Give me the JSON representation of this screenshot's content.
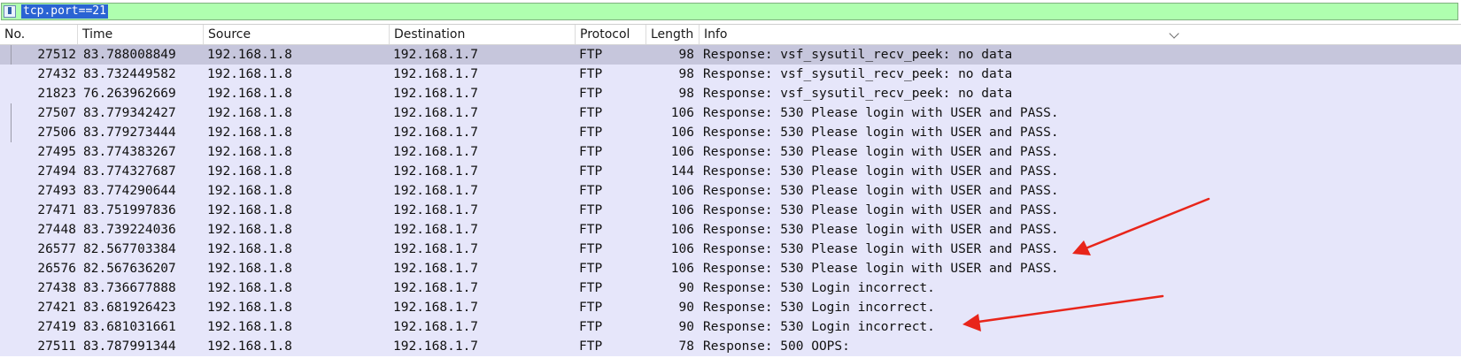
{
  "filter": {
    "value": "tcp.port==21",
    "icon": "bookmark-icon"
  },
  "columns": [
    "No.",
    "Time",
    "Source",
    "Destination",
    "Protocol",
    "Length",
    "Info"
  ],
  "colors": {
    "row_bg": "#e6e6fa",
    "selected_bg": "#c6c6dc",
    "filter_bg": "#afffaf",
    "arrow": "#e8251a"
  },
  "packets": [
    {
      "no": "27512",
      "time": "83.788008849",
      "source": "192.168.1.8",
      "destination": "192.168.1.7",
      "protocol": "FTP",
      "length": "98",
      "info": "Response: vsf_sysutil_recv_peek: no data"
    },
    {
      "no": "27432",
      "time": "83.732449582",
      "source": "192.168.1.8",
      "destination": "192.168.1.7",
      "protocol": "FTP",
      "length": "98",
      "info": "Response: vsf_sysutil_recv_peek: no data"
    },
    {
      "no": "21823",
      "time": "76.263962669",
      "source": "192.168.1.8",
      "destination": "192.168.1.7",
      "protocol": "FTP",
      "length": "98",
      "info": "Response: vsf_sysutil_recv_peek: no data"
    },
    {
      "no": "27507",
      "time": "83.779342427",
      "source": "192.168.1.8",
      "destination": "192.168.1.7",
      "protocol": "FTP",
      "length": "106",
      "info": "Response: 530 Please login with USER and PASS."
    },
    {
      "no": "27506",
      "time": "83.779273444",
      "source": "192.168.1.8",
      "destination": "192.168.1.7",
      "protocol": "FTP",
      "length": "106",
      "info": "Response: 530 Please login with USER and PASS."
    },
    {
      "no": "27495",
      "time": "83.774383267",
      "source": "192.168.1.8",
      "destination": "192.168.1.7",
      "protocol": "FTP",
      "length": "106",
      "info": "Response: 530 Please login with USER and PASS."
    },
    {
      "no": "27494",
      "time": "83.774327687",
      "source": "192.168.1.8",
      "destination": "192.168.1.7",
      "protocol": "FTP",
      "length": "144",
      "info": "Response: 530 Please login with USER and PASS."
    },
    {
      "no": "27493",
      "time": "83.774290644",
      "source": "192.168.1.8",
      "destination": "192.168.1.7",
      "protocol": "FTP",
      "length": "106",
      "info": "Response: 530 Please login with USER and PASS."
    },
    {
      "no": "27471",
      "time": "83.751997836",
      "source": "192.168.1.8",
      "destination": "192.168.1.7",
      "protocol": "FTP",
      "length": "106",
      "info": "Response: 530 Please login with USER and PASS."
    },
    {
      "no": "27448",
      "time": "83.739224036",
      "source": "192.168.1.8",
      "destination": "192.168.1.7",
      "protocol": "FTP",
      "length": "106",
      "info": "Response: 530 Please login with USER and PASS."
    },
    {
      "no": "26577",
      "time": "82.567703384",
      "source": "192.168.1.8",
      "destination": "192.168.1.7",
      "protocol": "FTP",
      "length": "106",
      "info": "Response: 530 Please login with USER and PASS."
    },
    {
      "no": "26576",
      "time": "82.567636207",
      "source": "192.168.1.8",
      "destination": "192.168.1.7",
      "protocol": "FTP",
      "length": "106",
      "info": "Response: 530 Please login with USER and PASS."
    },
    {
      "no": "27438",
      "time": "83.736677888",
      "source": "192.168.1.8",
      "destination": "192.168.1.7",
      "protocol": "FTP",
      "length": "90",
      "info": "Response: 530 Login incorrect."
    },
    {
      "no": "27421",
      "time": "83.681926423",
      "source": "192.168.1.8",
      "destination": "192.168.1.7",
      "protocol": "FTP",
      "length": "90",
      "info": "Response: 530 Login incorrect."
    },
    {
      "no": "27419",
      "time": "83.681031661",
      "source": "192.168.1.8",
      "destination": "192.168.1.7",
      "protocol": "FTP",
      "length": "90",
      "info": "Response: 530 Login incorrect."
    },
    {
      "no": "27511",
      "time": "83.787991344",
      "source": "192.168.1.8",
      "destination": "192.168.1.7",
      "protocol": "FTP",
      "length": "78",
      "info": "Response: 500 OOPS:"
    }
  ]
}
